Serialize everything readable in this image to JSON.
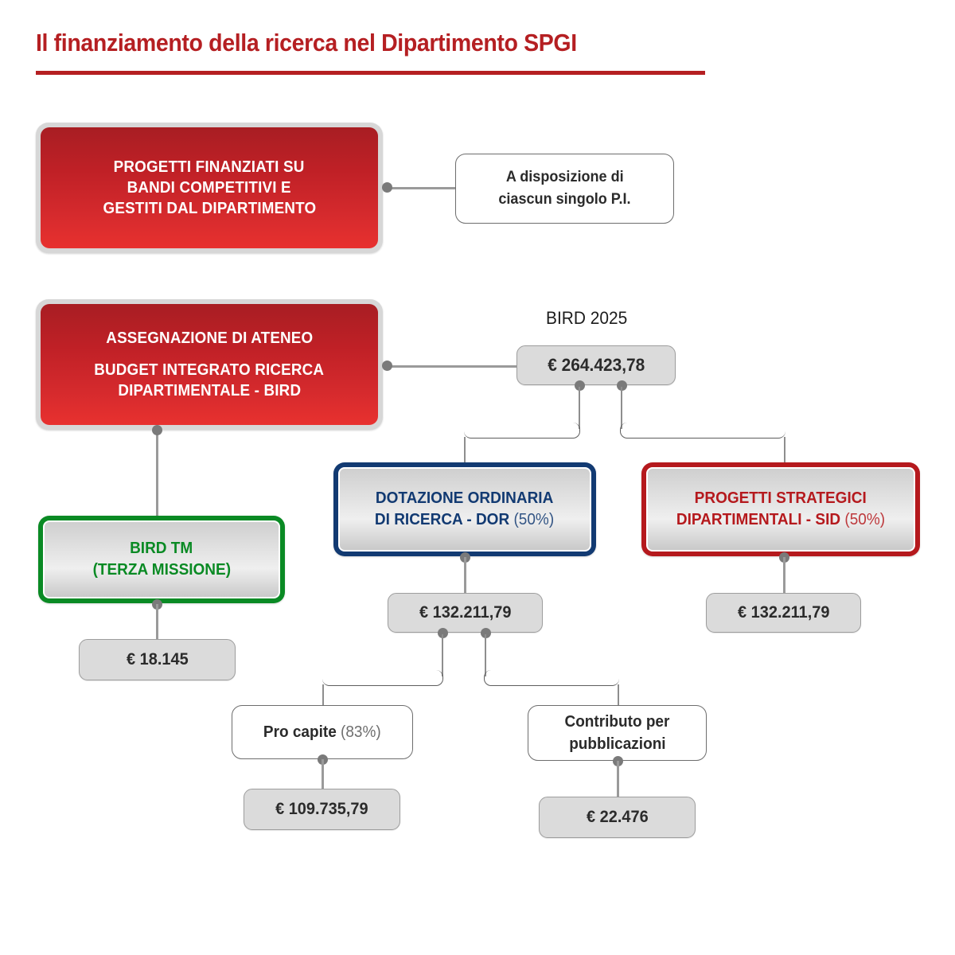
{
  "page": {
    "title": "Il finanziamento della ricerca nel Dipartimento SPGI",
    "accent_red": "#b51f22",
    "accent_blue": "#123a72",
    "accent_green": "#0a8a24",
    "chip_gray": "#dbdbdb"
  },
  "nodes": {
    "projects_box": {
      "line1": "PROGETTI FINANZIATI SU",
      "line2": "BANDI COMPETITIVI E",
      "line3": "GESTITI DAL DIPARTIMENTO"
    },
    "note_pi": {
      "line1": "A disposizione di",
      "line2": "ciascun singolo P.I."
    },
    "allocation_box": {
      "line1": "ASSEGNAZIONE DI ATENEO",
      "line2": "BUDGET INTEGRATO RICERCA",
      "line3": "DIPARTIMENTALE - BIRD"
    },
    "bird_caption": "BIRD 2025",
    "bird_total": "€ 264.423,78",
    "dor_box": {
      "line1": "DOTAZIONE ORDINARIA",
      "line2": "DI RICERCA - DOR",
      "percent": "(50%)"
    },
    "dor_value": "€ 132.211,79",
    "sid_box": {
      "line1": "PROGETTI STRATEGICI",
      "line2": "DIPARTIMENTALI - SID",
      "percent": "(50%)"
    },
    "sid_value": "€ 132.211,79",
    "bird_tm_box": {
      "line1": "BIRD TM",
      "line2": "(TERZA MISSIONE)"
    },
    "bird_tm_value": "€ 18.145",
    "pro_capite": {
      "label": "Pro capite",
      "percent": "(83%)"
    },
    "pro_capite_value": "€ 109.735,79",
    "publications": {
      "line1": "Contributo per",
      "line2": "pubblicazioni"
    },
    "publications_value": "€ 22.476"
  }
}
